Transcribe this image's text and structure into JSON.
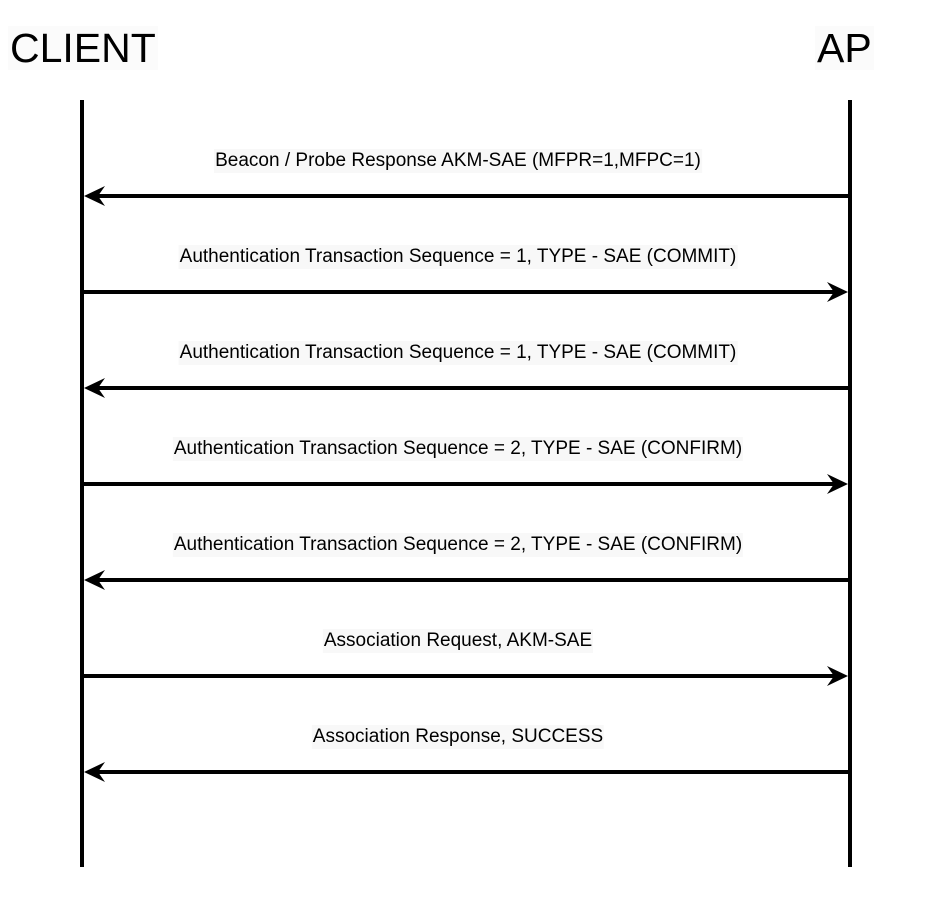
{
  "actors": {
    "left": "CLIENT",
    "right": "AP"
  },
  "messages": [
    {
      "label": "Beacon / Probe Response AKM-SAE (MFPR=1,MFPC=1)",
      "direction": "right-to-left"
    },
    {
      "label": "Authentication Transaction Sequence = 1, TYPE - SAE (COMMIT)",
      "direction": "left-to-right"
    },
    {
      "label": "Authentication Transaction Sequence = 1, TYPE - SAE (COMMIT)",
      "direction": "right-to-left"
    },
    {
      "label": "Authentication Transaction Sequence = 2, TYPE - SAE (CONFIRM)",
      "direction": "left-to-right"
    },
    {
      "label": "Authentication Transaction Sequence = 2, TYPE - SAE (CONFIRM)",
      "direction": "right-to-left"
    },
    {
      "label": "Association Request, AKM-SAE",
      "direction": "left-to-right"
    },
    {
      "label": "Association Response, SUCCESS",
      "direction": "right-to-left"
    }
  ]
}
